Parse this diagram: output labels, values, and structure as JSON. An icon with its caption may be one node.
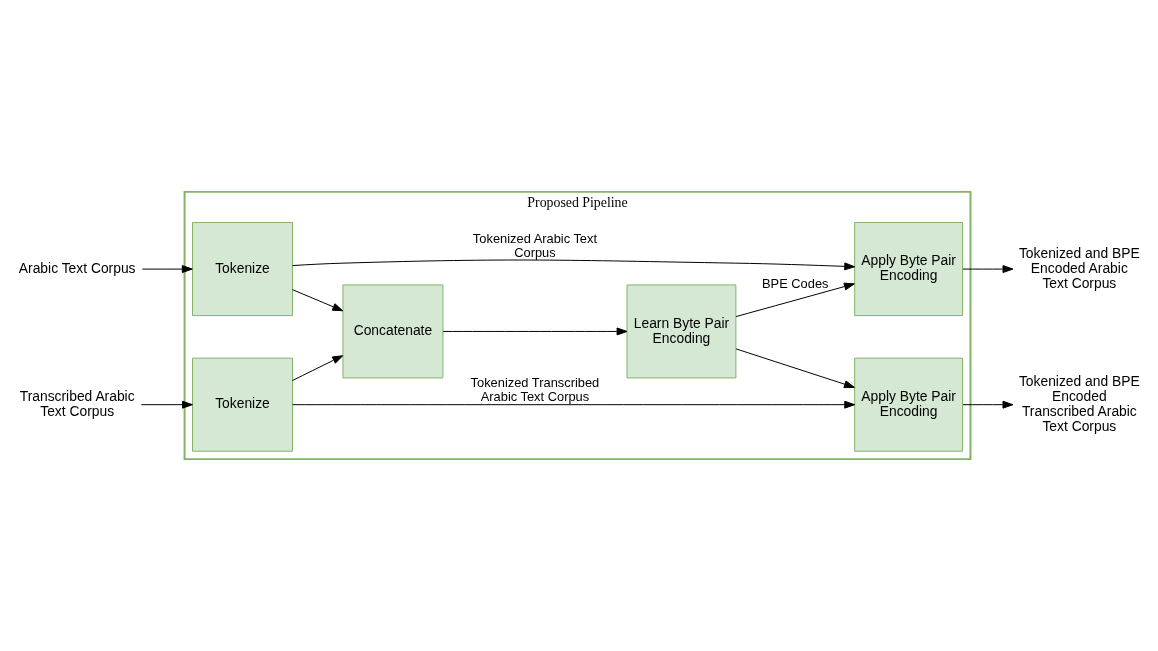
{
  "diagram": {
    "nodes": [
      {
        "text": [
          "Proposed Pipeline"
        ]
      },
      {
        "text": [
          "Arabic Text Corpus"
        ]
      },
      {
        "text": [
          "Tokenize"
        ],
        "in": 0
      },
      {
        "text": [
          "Apply Byte Pair Encoding"
        ],
        "in": 0
      },
      {
        "text": [
          "Tokenized and BPE Encoded Arabic Text Corpus"
        ]
      },
      {
        "text": [
          "Concatenate"
        ],
        "in": 0
      },
      {
        "text": [
          "Learn Byte Pair Encoding"
        ],
        "in": 0
      },
      {
        "text": [
          "Transcribed Arabic Text Corpus"
        ]
      },
      {
        "text": [
          "Tokenize"
        ],
        "in": 0
      },
      {
        "text": [
          "Apply Byte Pair Encoding"
        ],
        "in": 0
      },
      {
        "text": [
          "Tokenized and BPE Encoded Transcribed Arabic Text Corpus"
        ]
      }
    ],
    "edges": [
      {
        "from": 1,
        "to": 2,
        "arrow": "to"
      },
      {
        "from": 2,
        "to": 3,
        "arrow": "to",
        "label": "Tokenized Arabic Text Corpus"
      },
      {
        "from": 3,
        "to": 4,
        "arrow": "to"
      },
      {
        "from": 2,
        "to": 5,
        "arrow": "to"
      },
      {
        "from": 8,
        "to": 5,
        "arrow": "to"
      },
      {
        "from": 5,
        "to": 6,
        "arrow": "to"
      },
      {
        "from": 6,
        "to": 3,
        "arrow": "to",
        "label": "BPE Codes"
      },
      {
        "from": 6,
        "to": 9,
        "arrow": "to"
      },
      {
        "from": 7,
        "to": 8,
        "arrow": "to"
      },
      {
        "from": 8,
        "to": 9,
        "arrow": "to",
        "label": "Tokenized Transcribed Arabic Text Corpus"
      },
      {
        "from": 9,
        "to": 10,
        "arrow": "to"
      }
    ]
  }
}
